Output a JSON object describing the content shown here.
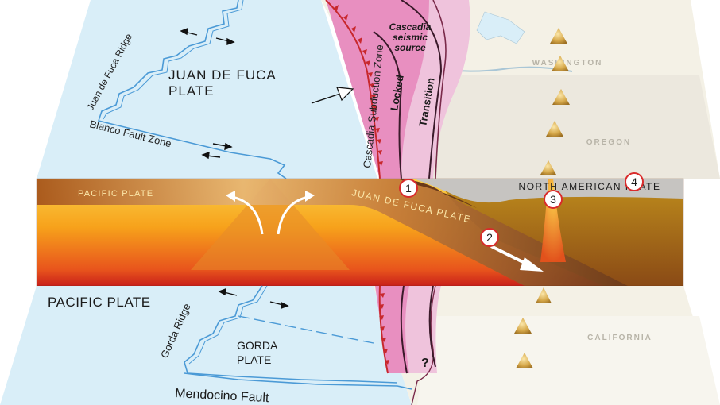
{
  "labels": {
    "juan_de_fuca_ridge": "Juan de Fuca Ridge",
    "juan_de_fuca_plate_line1": "JUAN DE FUCA",
    "juan_de_fuca_plate_line2": "PLATE",
    "blanco_fault_zone": "Blanco Fault Zone",
    "cascadia_subduction_zone": "Cascadia Subduction Zone",
    "cascadia_seismic_source_line1": "Cascadia",
    "cascadia_seismic_source_line2": "seismic",
    "cascadia_seismic_source_line3": "source",
    "locked": "Locked",
    "transition": "Transition",
    "washington": "WASHINGTON",
    "oregon": "OREGON",
    "california": "CALIFORNIA",
    "north_american_plate": "NORTH AMERICAN PLATE",
    "pacific_plate_section": "PACIFIC PLATE",
    "juan_de_fuca_plate_section": "JUAN DE FUCA PLATE",
    "pacific_plate_map": "PACIFIC PLATE",
    "gorda_ridge": "Gorda Ridge",
    "gorda_plate_line1": "GORDA",
    "gorda_plate_line2": "PLATE",
    "mendocino_fault": "Mendocino Fault",
    "question_mark": "?"
  },
  "markers": [
    "1",
    "2",
    "3",
    "4"
  ],
  "colors": {
    "ocean": "#d9eef8",
    "land": "#f4f1e6",
    "oregon_land": "#ece8de",
    "seismic_pink": "#e88fc0",
    "transition_pink": "#efc3dc",
    "fault_blue": "#4b9ad6",
    "trench_red": "#c8282d",
    "magma_orange": "#f7a21b",
    "crust_brown": "#8b4a1e",
    "continent_gold": "#c99a2a",
    "marker_red": "#d92b2b"
  }
}
